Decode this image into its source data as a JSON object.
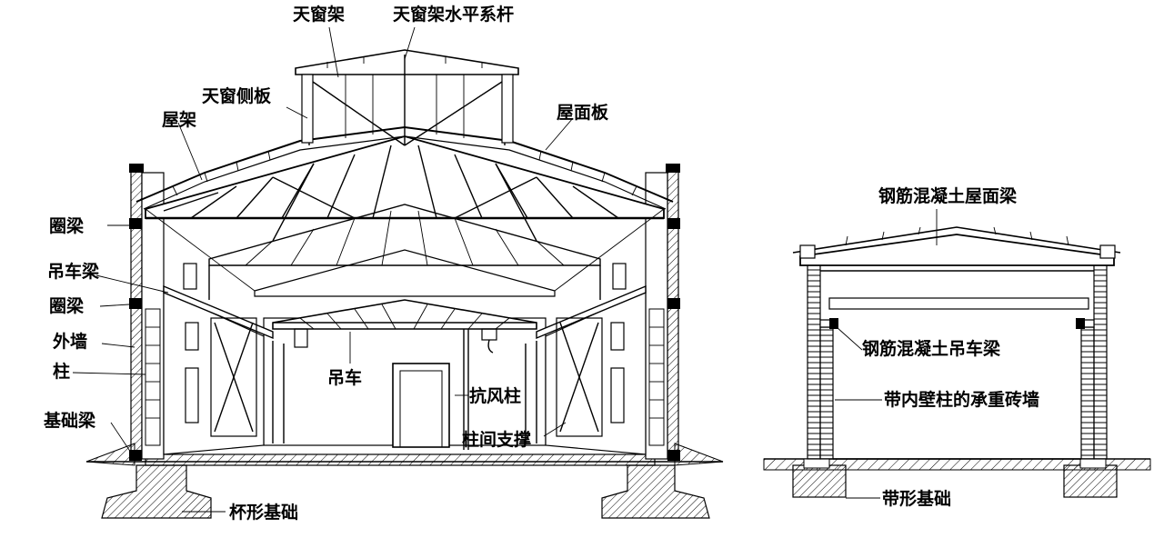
{
  "left_figure": {
    "labels": {
      "skylight_frame": "天窗架",
      "skylight_tie": "天窗架水平系杆",
      "skylight_side_panel": "天窗侧板",
      "roof_truss": "屋架",
      "roof_panel": "屋面板",
      "ring_beam_top": "圈梁",
      "crane_beam": "吊车梁",
      "ring_beam_mid": "圈梁",
      "outer_wall": "外墙",
      "column": "柱",
      "foundation_beam": "基础梁",
      "crane": "吊车",
      "wind_column": "抗风柱",
      "column_bracing": "柱间支撑",
      "cup_foundation": "杯形基础"
    }
  },
  "right_figure": {
    "labels": {
      "rc_roof_beam": "钢筋混凝土屋面梁",
      "rc_crane_beam": "钢筋混凝土吊车梁",
      "pilaster_wall": "带内壁柱的承重砖墙",
      "strip_foundation": "带形基础"
    }
  }
}
